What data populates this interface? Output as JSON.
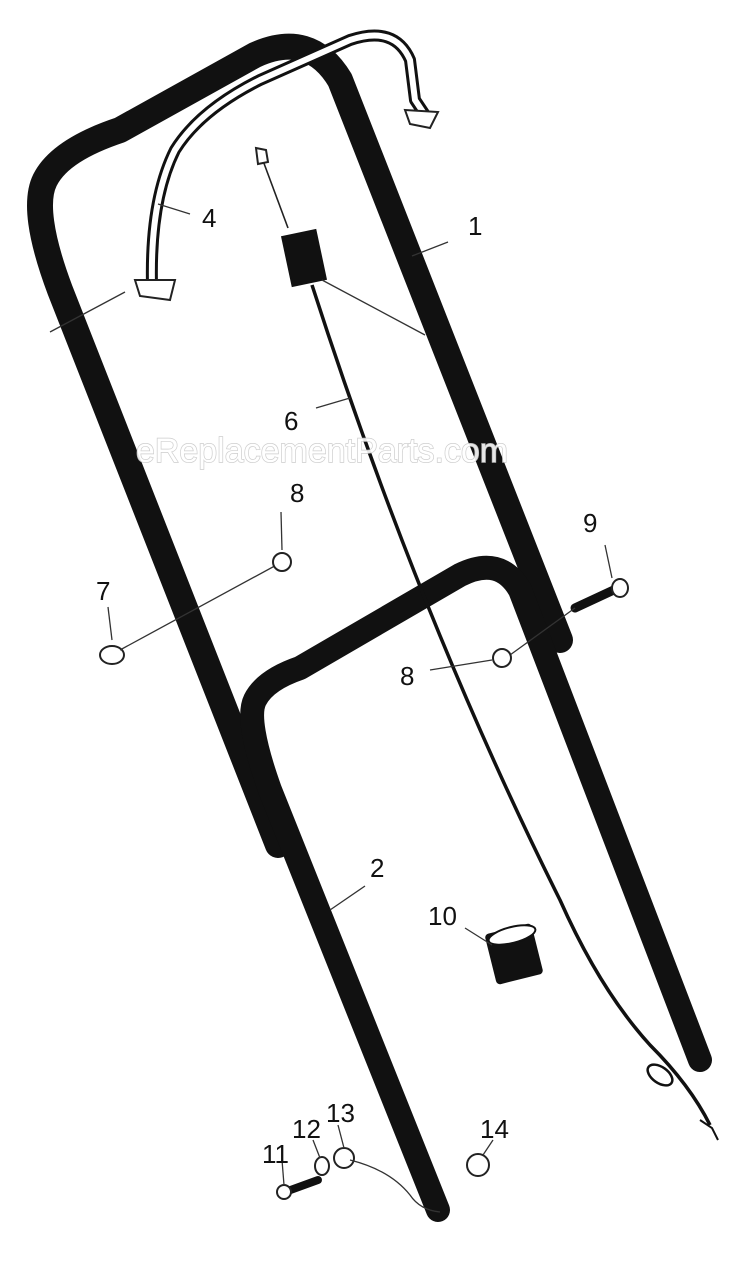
{
  "watermark": "eReplacementParts.com",
  "callouts": [
    {
      "key": "1",
      "label": "1"
    },
    {
      "key": "2",
      "label": "2"
    },
    {
      "key": "4",
      "label": "4"
    },
    {
      "key": "6",
      "label": "6"
    },
    {
      "key": "7",
      "label": "7"
    },
    {
      "key": "8a",
      "label": "8"
    },
    {
      "key": "8b",
      "label": "8"
    },
    {
      "key": "9",
      "label": "9"
    },
    {
      "key": "10",
      "label": "10"
    },
    {
      "key": "11",
      "label": "11"
    },
    {
      "key": "12",
      "label": "12"
    },
    {
      "key": "13",
      "label": "13"
    },
    {
      "key": "14",
      "label": "14"
    }
  ],
  "colors": {
    "tube": "#111111",
    "line": "#333333",
    "background": "#ffffff"
  }
}
